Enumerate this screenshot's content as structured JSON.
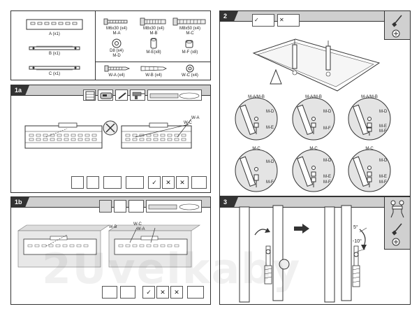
{
  "parts_panel": {
    "plates": [
      {
        "label": "A (x1)"
      },
      {
        "label": "B (x1)"
      },
      {
        "label": "C (x1)"
      }
    ],
    "screws_top": [
      {
        "label": "M6x30 (x4)",
        "code": "M-A"
      },
      {
        "label": "M8x30 (x4)",
        "code": "M-B"
      },
      {
        "label": "M8x50 (x4)",
        "code": "M-C"
      }
    ],
    "washers": [
      {
        "label": "D8 (x4)",
        "code": "M-D"
      },
      {
        "label": "M-E(x8)",
        "code": ""
      },
      {
        "label": "M-F (x8)",
        "code": ""
      }
    ],
    "bolts": [
      {
        "label": "W-A (x4)"
      },
      {
        "label": "W-B (x4)"
      },
      {
        "label": "W-C (x4)"
      }
    ]
  },
  "step1a": {
    "number": "1a",
    "labels": {
      "wa": "W-A",
      "wc": "W-C"
    }
  },
  "step1b": {
    "number": "1b",
    "labels": {
      "wb": "W-B",
      "wc": "W-C",
      "wa": "W-A"
    }
  },
  "step2": {
    "number": "2",
    "callouts": [
      {
        "header": "M-A/M-B",
        "items": [
          "M-D",
          "M-E"
        ]
      },
      {
        "header": "M-A/M-B",
        "items": [
          "M-D",
          "M-F"
        ]
      },
      {
        "header": "M-A/M-B",
        "items": [
          "M-D",
          "M-E",
          "M-F"
        ]
      },
      {
        "header": "M-C",
        "items": [
          "M-D",
          "M-F"
        ]
      },
      {
        "header": "M-C",
        "items": [
          "M-D",
          "M-E",
          "M-F"
        ]
      },
      {
        "header": "M-C",
        "items": [
          "M-D",
          "M-E",
          "M-F"
        ]
      }
    ]
  },
  "step3": {
    "number": "3",
    "tilt_up": "5°",
    "tilt_down": "-10°"
  },
  "icons": {
    "check": "✓",
    "cross": "✕"
  },
  "watermark": "2Uvelkaby"
}
